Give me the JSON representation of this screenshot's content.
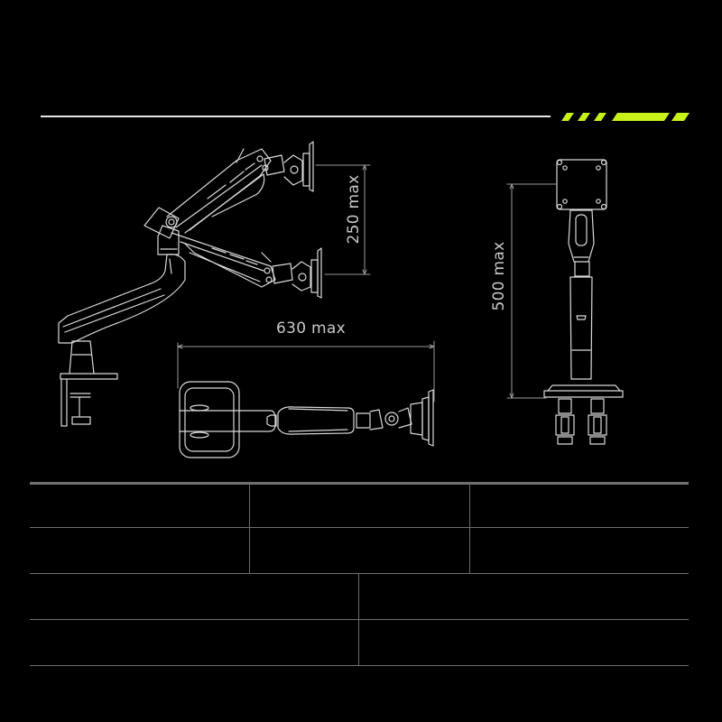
{
  "header": {
    "accent_color": "#c6f21a",
    "rule_color": "#e6e6e6"
  },
  "drawings": {
    "side_view": {
      "dimension_label": "250 max"
    },
    "top_view": {
      "dimension_label": "630 max"
    },
    "front_view": {
      "dimension_label": "500 max"
    }
  },
  "spec_table": {
    "rows_top": [
      [
        "",
        "",
        ""
      ],
      [
        "",
        "",
        ""
      ]
    ],
    "rows_bottom": [
      [
        "",
        ""
      ],
      [
        "",
        ""
      ]
    ],
    "line_color": "#6e6e6e"
  }
}
